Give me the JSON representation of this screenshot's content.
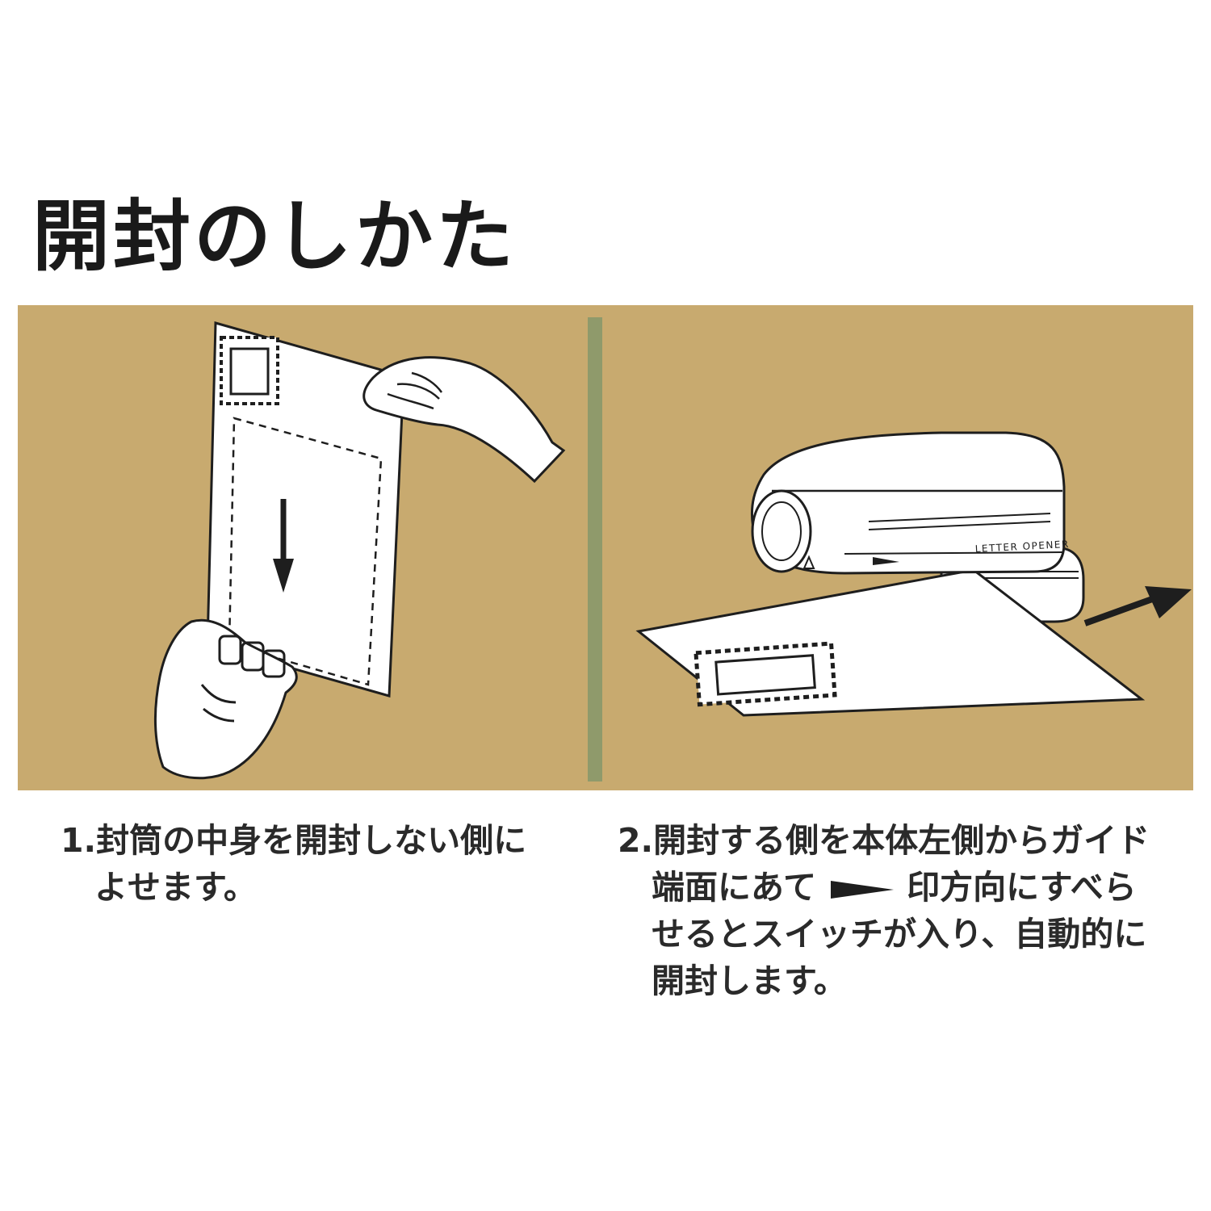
{
  "title": "開封のしかた",
  "steps": [
    {
      "number": "1.",
      "lines": [
        "封筒の中身を開封しない側に",
        "よせます。"
      ]
    },
    {
      "number": "2.",
      "line1": "開封する側を本体左側からガイド",
      "line2_before": "端面にあて",
      "line2_after": "印方向にすべら",
      "line3": "せるとスイッチが入り、自動的に",
      "line4": "開封します。"
    }
  ],
  "device_label": "LETTER OPENER",
  "colors": {
    "panel_bg": "#c8aa6f",
    "divider": "#8f9a6b",
    "line_art": "#1e1e1e",
    "paper": "#ffffff"
  },
  "icons": [
    "down-arrow-icon",
    "right-arrow-icon",
    "triangle-marker-icon",
    "postage-stamp-icon"
  ]
}
